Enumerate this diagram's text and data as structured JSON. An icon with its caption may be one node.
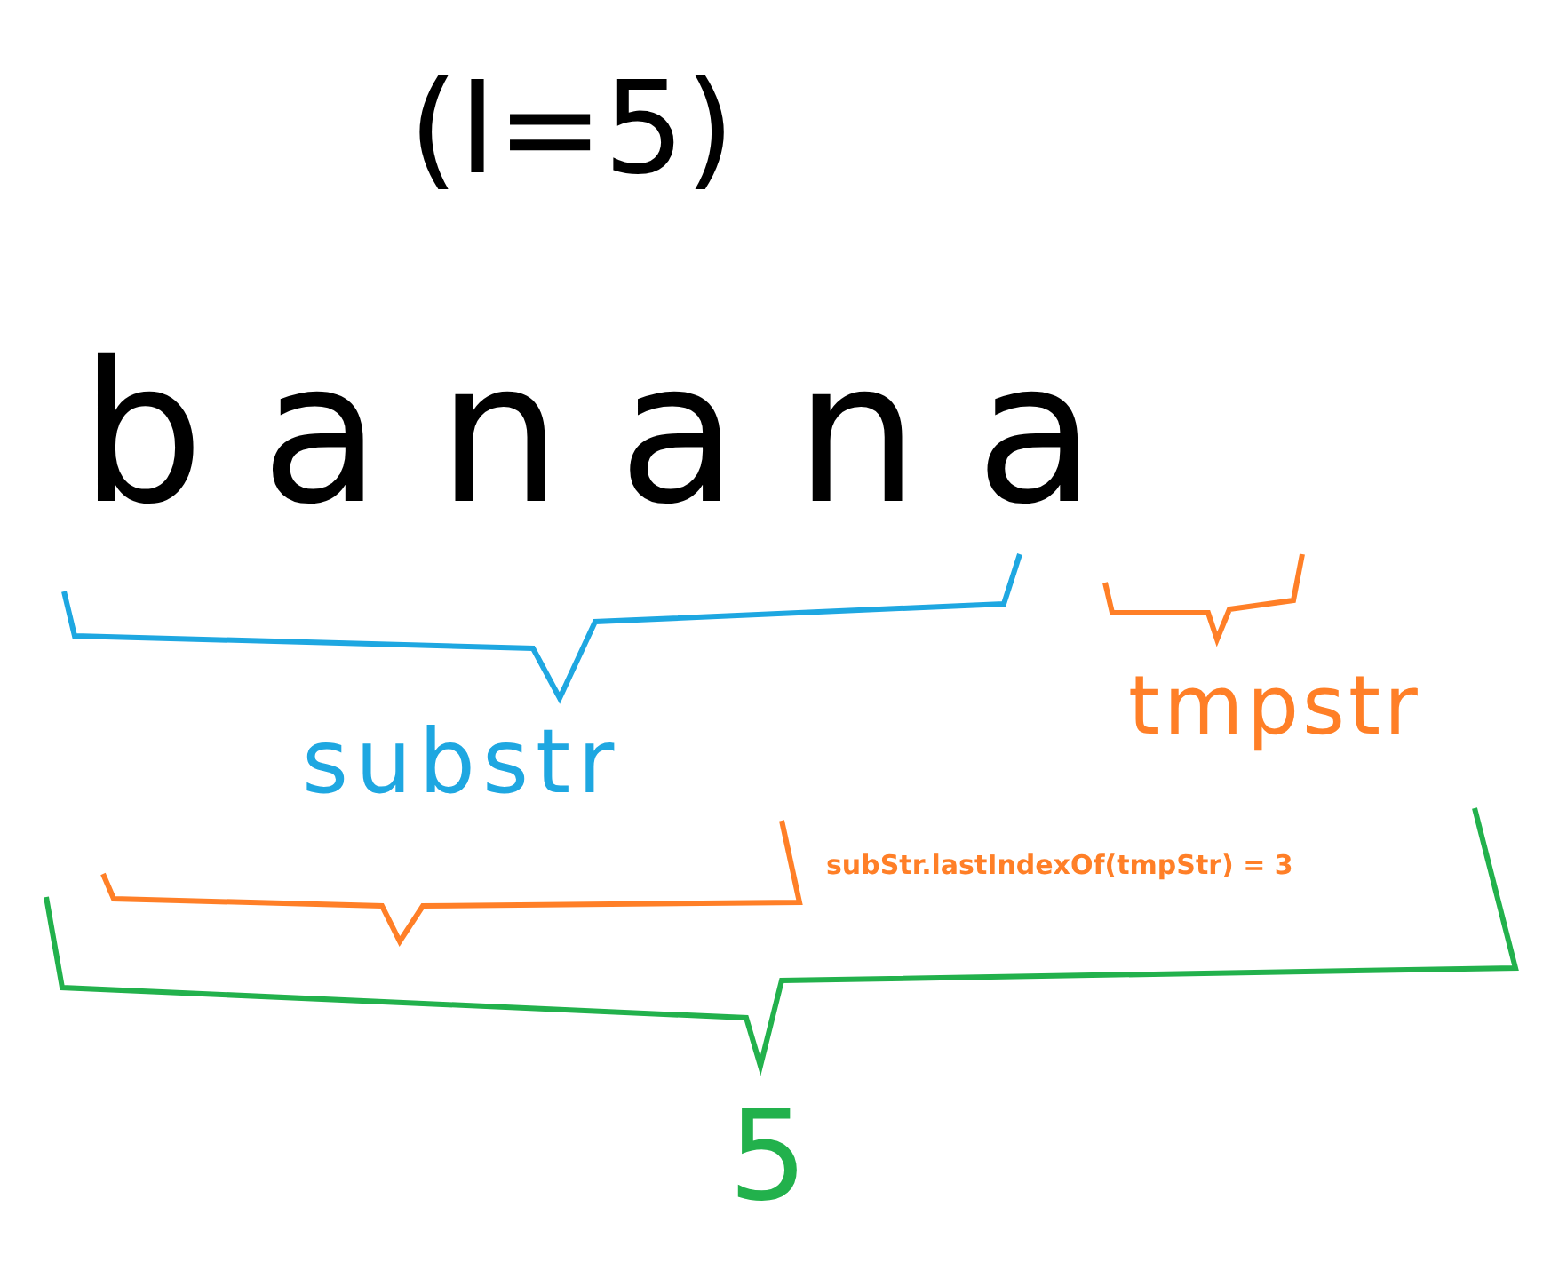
{
  "diagram": {
    "labels": [
      "(I=5)",
      "banana",
      "substr",
      "tmpstr",
      "subStr.lastIndexOf(tmpStr) = 3",
      "5"
    ]
  }
}
